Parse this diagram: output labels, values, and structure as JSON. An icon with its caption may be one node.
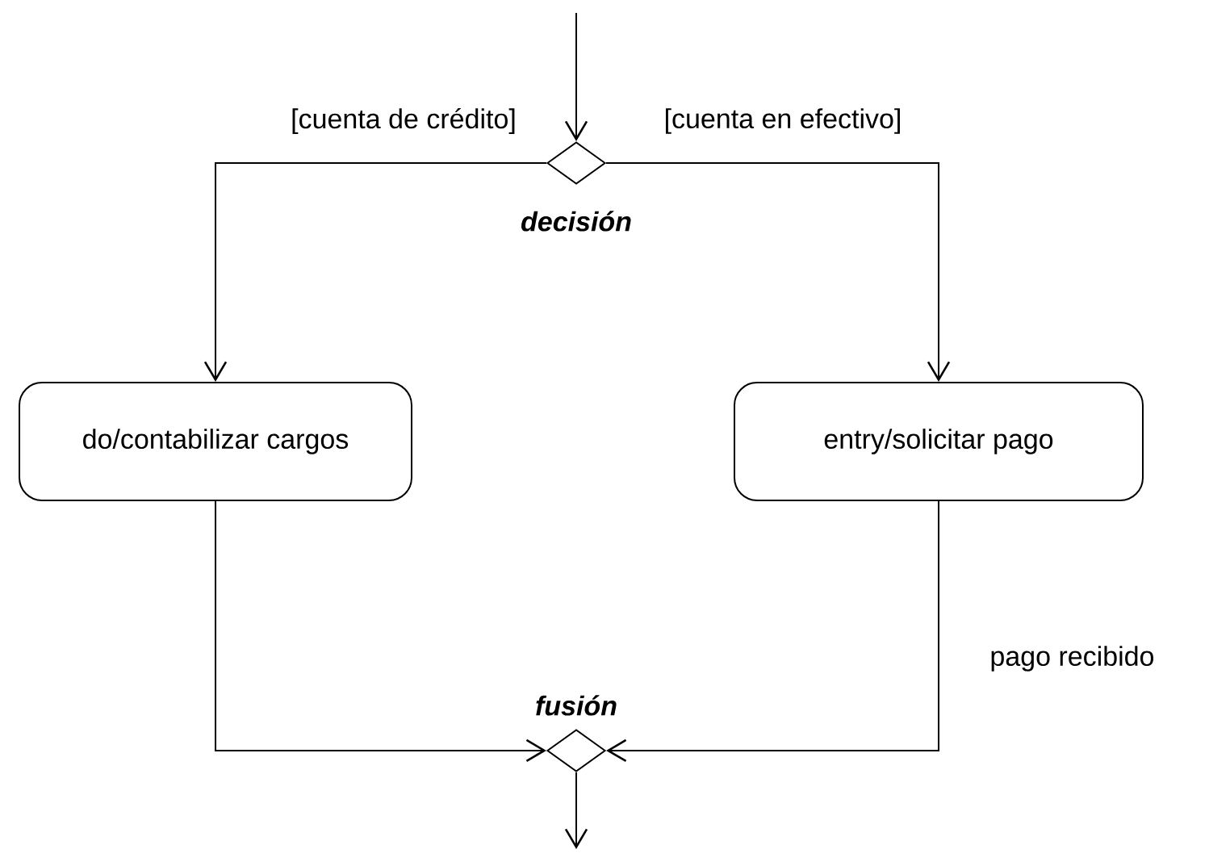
{
  "diagram": {
    "nodes": [
      {
        "text": [],
        "shape": "diamond",
        "beside": [
          "decisión"
        ]
      },
      {
        "text": [
          "do/contabilizar cargos"
        ]
      },
      {
        "text": [
          "entry/solicitar pago"
        ]
      },
      {
        "text": [],
        "shape": "diamond",
        "beside": [
          "fusión"
        ]
      }
    ],
    "edges": [
      {
        "from": null,
        "to": 0,
        "arrow": "to"
      },
      {
        "from": 0,
        "to": 1,
        "arrow": "to",
        "label": "[cuenta de crédito]"
      },
      {
        "from": 0,
        "to": 2,
        "arrow": "to",
        "label": "[cuenta en efectivo]"
      },
      {
        "from": 1,
        "to": 3,
        "arrow": "to"
      },
      {
        "from": 2,
        "to": 3,
        "arrow": "to",
        "label": "pago recibido"
      },
      {
        "from": 3,
        "to": null,
        "arrow": "to"
      }
    ]
  }
}
